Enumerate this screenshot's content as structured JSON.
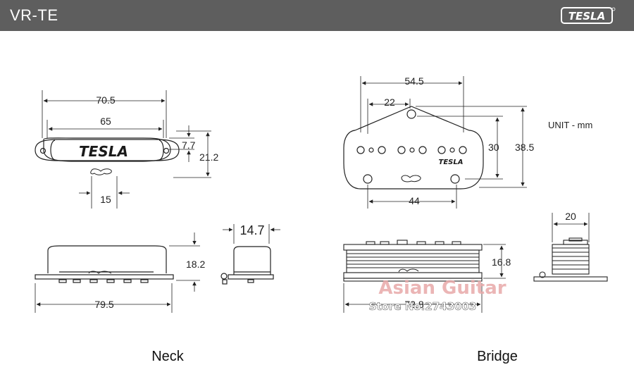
{
  "header": {
    "title": "VR-TE",
    "logo_text": "TESLA"
  },
  "unit_label": "UNIT - mm",
  "neck": {
    "caption": "Neck",
    "pickup_brand": "TESLA",
    "dims": {
      "overall_width": "70.5",
      "hole_spacing": "65",
      "inner_height": "7.7",
      "outer_height": "21.2",
      "lug_width": "15",
      "body_height": "18.2",
      "side_width": "14.7",
      "base_width": "79.5"
    }
  },
  "bridge": {
    "caption": "Bridge",
    "pickup_brand": "TESLA",
    "dims": {
      "top_width": "54.5",
      "apex_offset": "22",
      "inner_height": "30",
      "outer_height": "38.5",
      "mount_spacing": "44",
      "coil_height": "16.8",
      "side_width": "20",
      "base_width": "72.8"
    }
  },
  "watermark": {
    "line1": "Asian Guitar",
    "line2": "Store No.2743003"
  },
  "colors": {
    "header_bg": "#5e5e5e",
    "header_text": "#ffffff",
    "line": "#222222",
    "watermark": "#e8a9a9"
  }
}
